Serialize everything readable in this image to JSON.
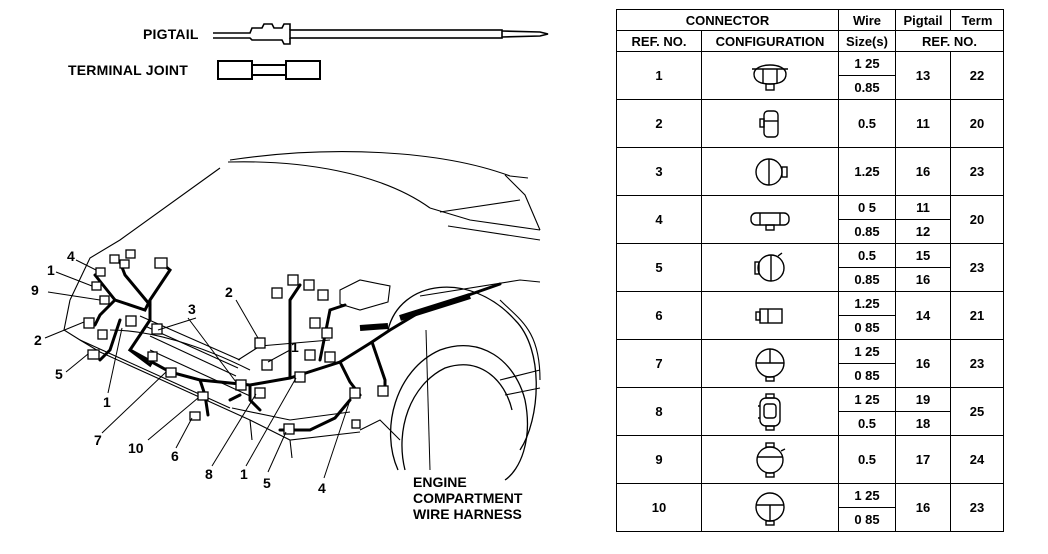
{
  "legend": {
    "pigtail_label": "PIGTAIL",
    "terminal_joint_label": "TERMINAL JOINT"
  },
  "harness_label": [
    "ENGINE",
    "COMPARTMENT",
    "WIRE HARNESS"
  ],
  "callouts": [
    {
      "text": "4"
    },
    {
      "text": "1"
    },
    {
      "text": "9"
    },
    {
      "text": "2"
    },
    {
      "text": "5"
    },
    {
      "text": "1"
    },
    {
      "text": "7"
    },
    {
      "text": "10"
    },
    {
      "text": "6"
    },
    {
      "text": "8"
    },
    {
      "text": "1"
    },
    {
      "text": "5"
    },
    {
      "text": "4"
    },
    {
      "text": "3"
    },
    {
      "text": "2"
    },
    {
      "text": "1"
    }
  ],
  "table": {
    "headers": {
      "connector": "CONNECTOR",
      "wire": "Wire",
      "pigtail": "Pigtail",
      "term": "Term",
      "ref_no": "REF. NO.",
      "configuration": "CONFIGURATION",
      "size": "Size(s)",
      "ref_no2": "REF. NO."
    },
    "rows": [
      {
        "ref": "1",
        "icon": "mushroom-connector-icon",
        "wires": [
          "1 25",
          "0.85"
        ],
        "pigtails": [
          "13"
        ],
        "term": "22"
      },
      {
        "ref": "2",
        "icon": "small-box-connector-icon",
        "wires": [
          "0.5"
        ],
        "pigtails": [
          "11"
        ],
        "term": "20"
      },
      {
        "ref": "3",
        "icon": "round-split-connector-icon",
        "wires": [
          "1.25"
        ],
        "pigtails": [
          "16"
        ],
        "term": "23"
      },
      {
        "ref": "4",
        "icon": "flat-rectangular-connector-icon",
        "wires": [
          "0 5",
          "0.85"
        ],
        "pigtails": [
          "11",
          "12"
        ],
        "term": "20"
      },
      {
        "ref": "5",
        "icon": "round-tab-connector-icon",
        "wires": [
          "0.5",
          "0.85"
        ],
        "pigtails": [
          "15",
          "16"
        ],
        "term": "23"
      },
      {
        "ref": "6",
        "icon": "square-block-connector-icon",
        "wires": [
          "1.25",
          "0 85"
        ],
        "pigtails": [
          "14"
        ],
        "term": "21"
      },
      {
        "ref": "7",
        "icon": "round-half-connector-icon",
        "wires": [
          "1 25",
          "0 85"
        ],
        "pigtails": [
          "16"
        ],
        "term": "23"
      },
      {
        "ref": "8",
        "icon": "clip-connector-icon",
        "wires": [
          "1 25",
          "0.5"
        ],
        "pigtails": [
          "19",
          "18"
        ],
        "term": "25"
      },
      {
        "ref": "9",
        "icon": "round-top-connector-icon",
        "wires": [
          "0.5"
        ],
        "pigtails": [
          "17"
        ],
        "term": "24"
      },
      {
        "ref": "10",
        "icon": "round-quarter-connector-icon",
        "wires": [
          "1 25",
          "0 85"
        ],
        "pigtails": [
          "16"
        ],
        "term": "23"
      }
    ]
  }
}
